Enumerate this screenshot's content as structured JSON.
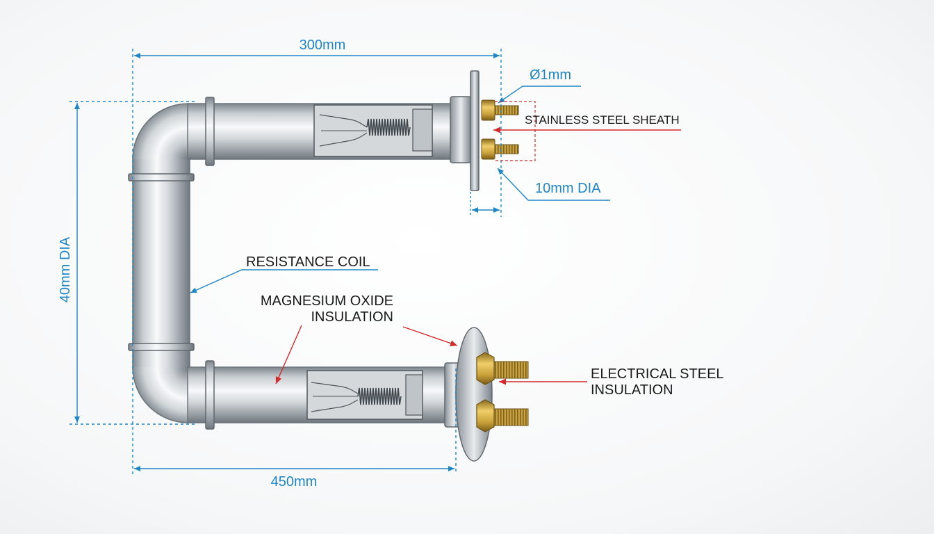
{
  "colors": {
    "dimension": "#1f86c6",
    "leader_red": "#d42a2a",
    "text": "#1a1a1a",
    "steel_light": "#eef1f3",
    "steel_dark": "#8e959b",
    "brass": "#c8a23a"
  },
  "dimensions": {
    "top_length": "300mm",
    "bottom_length": "450mm",
    "height": "40mm DIA",
    "wire_dia": "Ø1mm",
    "terminal_dia": "10mm DIA"
  },
  "labels": {
    "sheath": "STAINLESS STEEL SHEATH",
    "coil": "RESISTANCE COIL",
    "insulation_line1": "MAGNESIUM OXIDE",
    "insulation_line2": "INSULATION",
    "electrical_line1": "ELECTRICAL STEEL",
    "electrical_line2": "INSULATION"
  }
}
